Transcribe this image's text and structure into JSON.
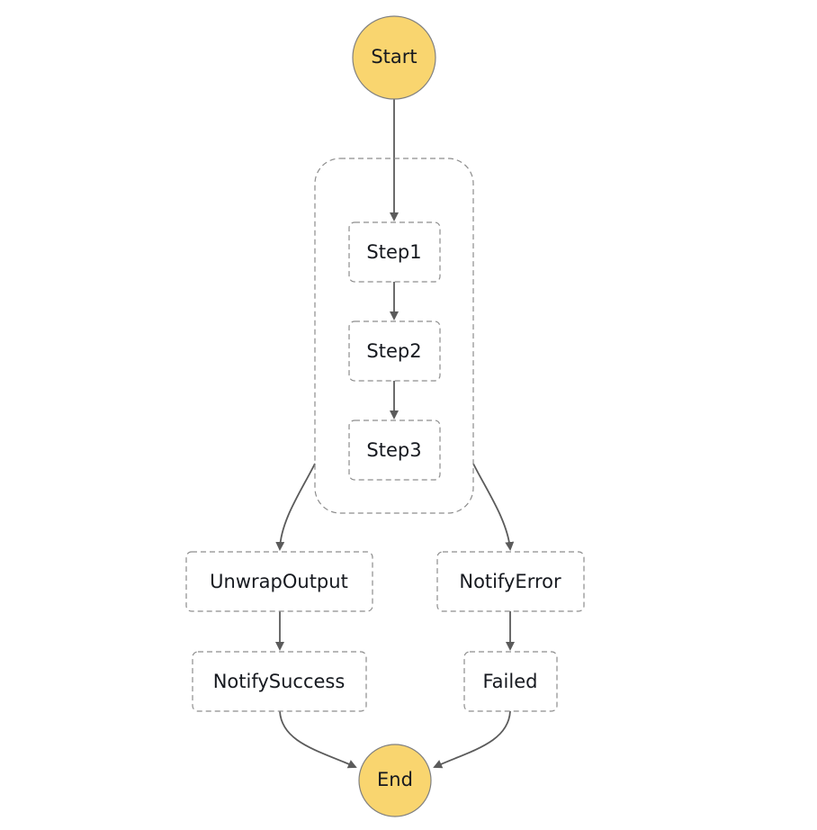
{
  "diagram": {
    "colors": {
      "terminal_fill": "#f9d56f",
      "terminal_stroke": "#808080",
      "task_border": "#8d8d8d",
      "edge": "#5b5b5b",
      "text": "#16191f"
    },
    "nodes": {
      "start": {
        "label": "Start"
      },
      "step1": {
        "label": "Step1"
      },
      "step2": {
        "label": "Step2"
      },
      "step3": {
        "label": "Step3"
      },
      "unwrap_output": {
        "label": "UnwrapOutput"
      },
      "notify_success": {
        "label": "NotifySuccess"
      },
      "notify_error": {
        "label": "NotifyError"
      },
      "failed": {
        "label": "Failed"
      },
      "end": {
        "label": "End"
      }
    },
    "edges": [
      {
        "from": "start",
        "to": "step1"
      },
      {
        "from": "step1",
        "to": "step2"
      },
      {
        "from": "step2",
        "to": "step3"
      },
      {
        "from": "group",
        "to": "unwrap_output"
      },
      {
        "from": "group",
        "to": "notify_error"
      },
      {
        "from": "unwrap_output",
        "to": "notify_success"
      },
      {
        "from": "notify_error",
        "to": "failed"
      },
      {
        "from": "notify_success",
        "to": "end"
      },
      {
        "from": "failed",
        "to": "end"
      }
    ]
  }
}
